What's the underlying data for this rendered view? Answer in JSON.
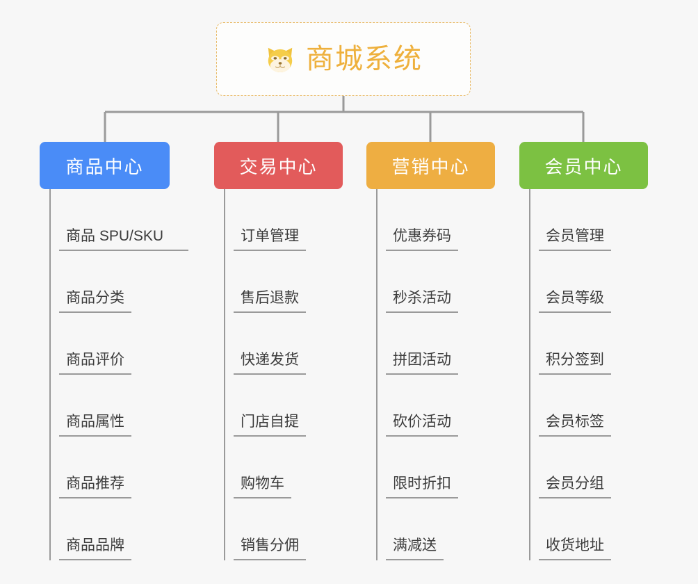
{
  "root": {
    "title": "商城系统",
    "icon": "shiba-dog-emoji",
    "border_color": "#e8b964",
    "text_color": "#eeb03c",
    "background": "#fdfdfc"
  },
  "canvas": {
    "background": "#f7f7f7",
    "connector_color": "#9a9a9a"
  },
  "columns": [
    {
      "title": "商品中心",
      "color": "#4a8cf7",
      "items": [
        "商品 SPU/SKU",
        "商品分类",
        "商品评价",
        "商品属性",
        "商品推荐",
        "商品品牌"
      ]
    },
    {
      "title": "交易中心",
      "color": "#e25b5b",
      "items": [
        "订单管理",
        "售后退款",
        "快递发货",
        "门店自提",
        "购物车",
        "销售分佣"
      ]
    },
    {
      "title": "营销中心",
      "color": "#eeae42",
      "items": [
        "优惠券码",
        "秒杀活动",
        "拼团活动",
        "砍价活动",
        "限时折扣",
        "满减送"
      ]
    },
    {
      "title": "会员中心",
      "color": "#7cc142",
      "items": [
        "会员管理",
        "会员等级",
        "积分签到",
        "会员标签",
        "会员分组",
        "收货地址"
      ]
    }
  ]
}
